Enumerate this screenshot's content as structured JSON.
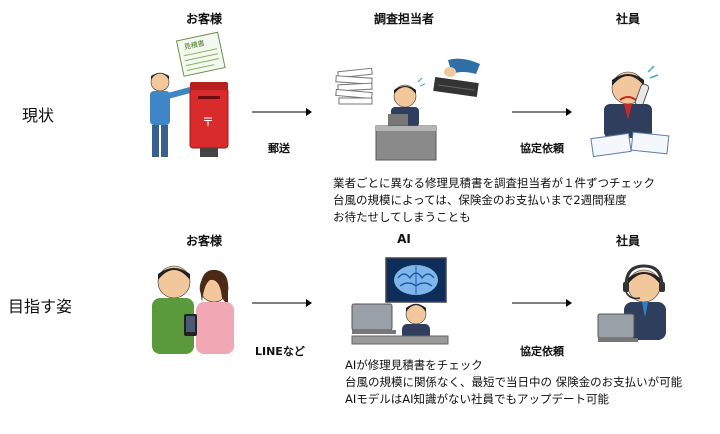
{
  "current": {
    "row_label": "現状",
    "col_customer": "お客様",
    "col_investigator": "調査担当者",
    "col_employee": "社員",
    "arrow1_label": "郵送",
    "arrow2_label": "協定依頼",
    "form_title": "見積書",
    "description": [
      "業者ごとに異なる修理見積書を調査担当者が１件ずつチェック",
      "台風の規模によっては、保険金のお支払いまで2週間程度",
      "お待たせしてしまうことも"
    ]
  },
  "goal": {
    "row_label": "目指す姿",
    "col_customer": "お客様",
    "col_ai": "AI",
    "col_employee": "社員",
    "arrow1_label": "LINEなど",
    "arrow2_label": "協定依頼",
    "description": [
      "AIが修理見積書をチェック",
      "台風の規模に関係なく、最短で当日中の 保険金のお支払いが可能",
      "AIモデルはAI知識がない社員でもアップデート可能"
    ]
  }
}
